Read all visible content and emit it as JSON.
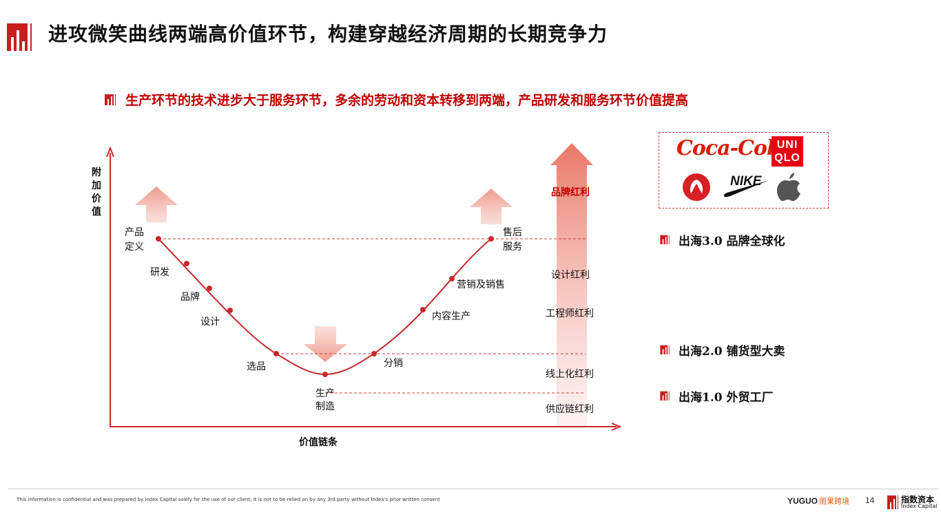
{
  "header": {
    "title": "进攻微笑曲线两端高价值环节，构建穿越经济周期的长期竞争力",
    "subtitle": "生产环节的技术进步大于服务环节，多余的劳动和资本转移到两端，产品研发和服务环节价值提高"
  },
  "chart": {
    "y_axis_label": "附加价值",
    "x_axis_label": "价值链条",
    "points": [
      "产品定义",
      "研发",
      "品牌",
      "设计",
      "选品",
      "生产制造",
      "分销",
      "内容生产",
      "营销及销售",
      "售后服务"
    ],
    "labels": {
      "product_definition": [
        "产品",
        "定义"
      ],
      "rnd": "研发",
      "brand": "品牌",
      "design": "设计",
      "selection": "选品",
      "manufacturing": [
        "生产",
        "制造"
      ],
      "distribution": "分销",
      "content": "内容生产",
      "marketing": "营销及销售",
      "after_sales": [
        "售后",
        "服务"
      ]
    },
    "bonuses": [
      "品牌红利",
      "设计红利",
      "工程师红利",
      "线上化红利",
      "供应链红利"
    ]
  },
  "brands": {
    "coca_cola": "Coca-Cola",
    "uniqlo": [
      "UNI",
      "QLO"
    ],
    "nike": "NIKE",
    "lululemon_icon": "lululemon-icon",
    "apple_icon": "apple-icon"
  },
  "stages": [
    "出海3.0 品牌全球化",
    "出海2.0 铺货型大卖",
    "出海1.0 外贸工厂"
  ],
  "footer": {
    "disclaimer": "This information is confidential and was prepared by Index Capital solely for the use of our client; it is not to be relied on by any 3rd party without Index's prior written consent",
    "yuguo": "YUGUO",
    "yuguo_cn": "雨果跨境",
    "page": "14",
    "company_cn": "指数资本",
    "company_en": "Index Capital"
  },
  "colors": {
    "accent": "#c00000",
    "curve": "#c8282a",
    "dashed": "#d23b3b"
  }
}
